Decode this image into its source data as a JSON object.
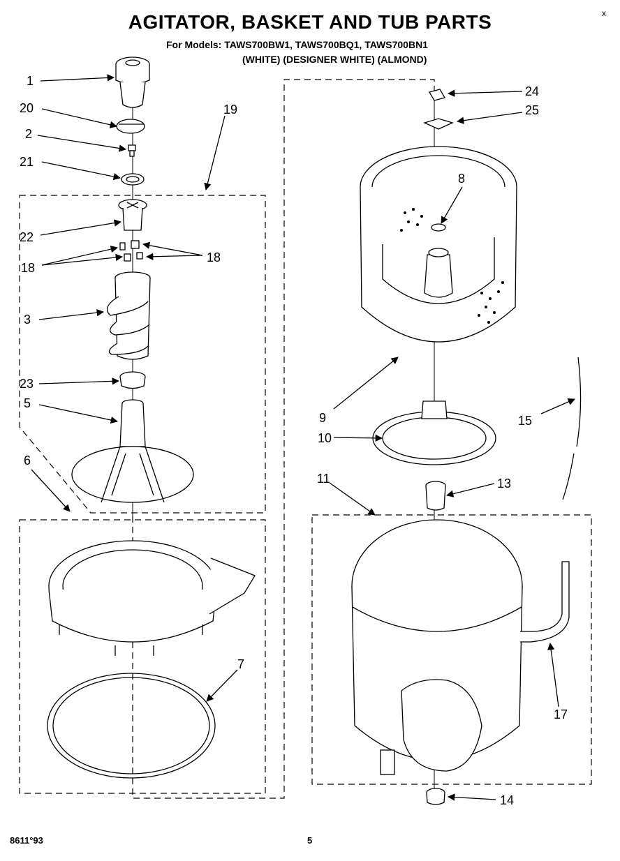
{
  "title": "AGITATOR, BASKET AND TUB PARTS",
  "subtitle": "For Models: TAWS700BW1, TAWS700BQ1, TAWS700BN1",
  "variants": "(WHITE)  (DESIGNER WHITE)  (ALMOND)",
  "corner_mark": "x",
  "footer": {
    "code": "8611°93",
    "page": "5"
  },
  "callouts": {
    "c1": "1",
    "c20": "20",
    "c2": "2",
    "c21": "21",
    "c19": "19",
    "c22": "22",
    "c18a": "18",
    "c18b": "18",
    "c3": "3",
    "c23": "23",
    "c5": "5",
    "c6": "6",
    "c7": "7",
    "c24": "24",
    "c25": "25",
    "c8": "8",
    "c9": "9",
    "c10": "10",
    "c15": "15",
    "c11": "11",
    "c13": "13",
    "c17": "17",
    "c14": "14"
  }
}
